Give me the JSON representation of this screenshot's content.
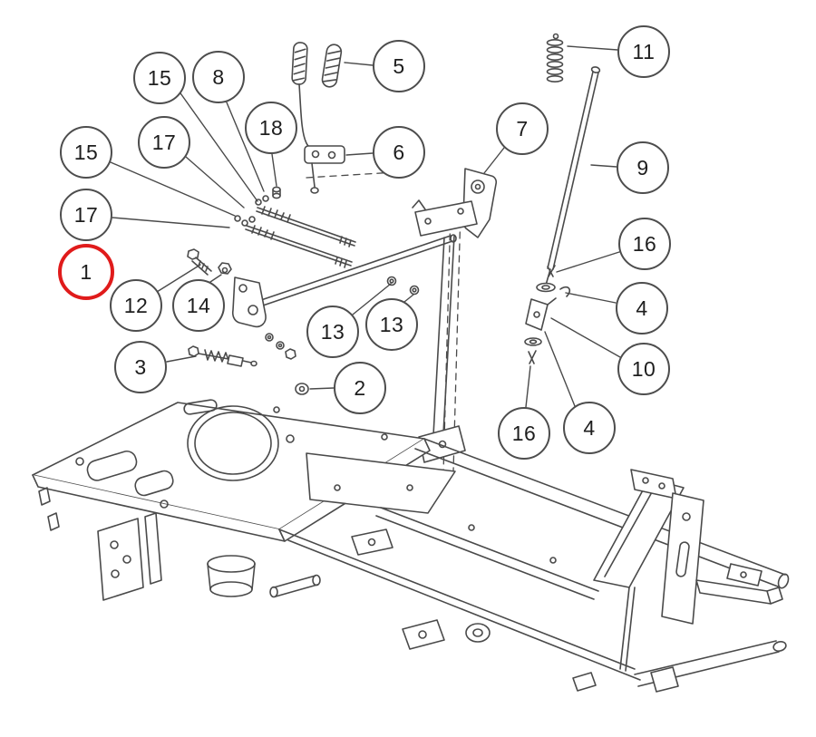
{
  "diagram": {
    "background": "#ffffff",
    "line_color": "#4a4a4a",
    "highlight_color": "#e01b1b",
    "callouts": [
      {
        "label": "15",
        "highlighted": false
      },
      {
        "label": "8",
        "highlighted": false
      },
      {
        "label": "18",
        "highlighted": false
      },
      {
        "label": "5",
        "highlighted": false
      },
      {
        "label": "6",
        "highlighted": false
      },
      {
        "label": "7",
        "highlighted": false
      },
      {
        "label": "11",
        "highlighted": false
      },
      {
        "label": "9",
        "highlighted": false
      },
      {
        "label": "16",
        "highlighted": false
      },
      {
        "label": "4",
        "highlighted": false
      },
      {
        "label": "10",
        "highlighted": false
      },
      {
        "label": "16",
        "highlighted": false
      },
      {
        "label": "4",
        "highlighted": false
      },
      {
        "label": "15",
        "highlighted": false
      },
      {
        "label": "17",
        "highlighted": false
      },
      {
        "label": "17",
        "highlighted": false
      },
      {
        "label": "1",
        "highlighted": true
      },
      {
        "label": "12",
        "highlighted": false
      },
      {
        "label": "14",
        "highlighted": false
      },
      {
        "label": "13",
        "highlighted": false
      },
      {
        "label": "13",
        "highlighted": false
      },
      {
        "label": "3",
        "highlighted": false
      },
      {
        "label": "2",
        "highlighted": false
      }
    ]
  }
}
